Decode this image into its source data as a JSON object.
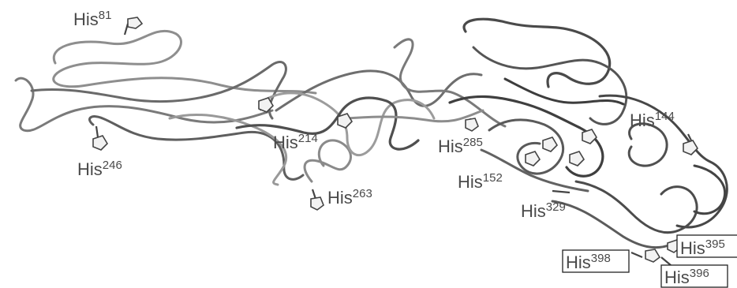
{
  "labels": [
    {
      "key": "his81",
      "prefix": "His",
      "number": "81"
    },
    {
      "key": "his246",
      "prefix": "His",
      "number": "246"
    },
    {
      "key": "his214",
      "prefix": "His",
      "number": "214"
    },
    {
      "key": "his263",
      "prefix": "His",
      "number": "263"
    },
    {
      "key": "his285",
      "prefix": "His",
      "number": "285"
    },
    {
      "key": "his144",
      "prefix": "His",
      "number": "144"
    },
    {
      "key": "his152",
      "prefix": "His",
      "number": "152"
    },
    {
      "key": "his329",
      "prefix": "His",
      "number": "329"
    },
    {
      "key": "his398",
      "prefix": "His",
      "number": "398",
      "boxed": true
    },
    {
      "key": "his395",
      "prefix": "His",
      "number": "395",
      "boxed": true
    },
    {
      "key": "his396",
      "prefix": "His",
      "number": "396",
      "boxed": true
    }
  ],
  "colors": {
    "ribbon_light": "#9a9a9a",
    "ribbon_dark": "#555555",
    "label_text": "#4a4a4a"
  }
}
